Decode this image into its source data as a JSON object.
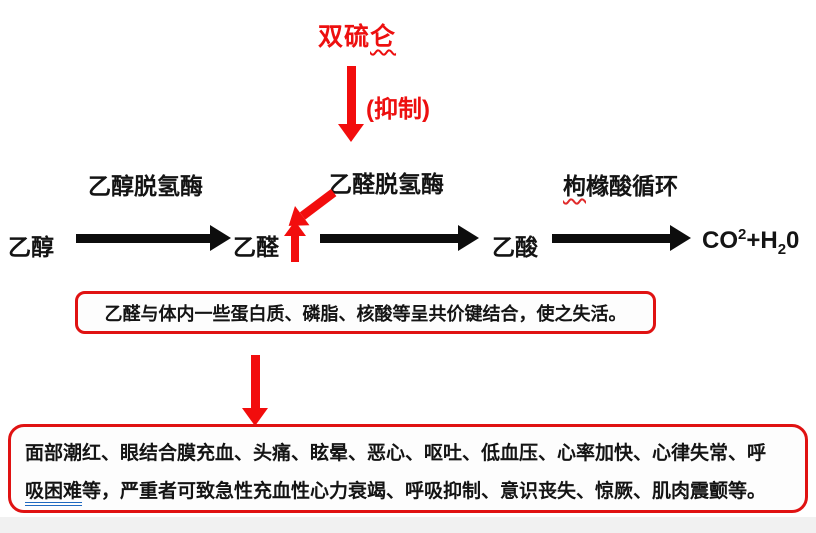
{
  "palette": {
    "accent_red": "#ed0f0f",
    "arrow_black": "#0d0d0d",
    "grammar_blue": "#2069c0"
  },
  "title": {
    "drug_main": "双硫",
    "drug_squiggle": "仑",
    "inhibit_label": "(抑制)"
  },
  "enzymes": {
    "alcohol_dehydrogenase": "乙醇脱氢酶",
    "acetaldehyde_dehydrogenase": "乙醛脱氢酶",
    "citric_squiggle": "枸",
    "citric_rest": "橼酸循环"
  },
  "pathway": {
    "ethanol": "乙醇",
    "acetaldehyde": "乙醛",
    "acetic_acid": "乙酸",
    "end_product_p1": "CO",
    "end_product_sup": "2",
    "end_product_p2": "+H",
    "end_product_sub": "2",
    "end_product_p3": "0"
  },
  "mechanism_box": {
    "text": "乙醛与体内一些蛋白质、磷脂、核酸等呈共价键结合，使之失活。"
  },
  "symptoms_box": {
    "line1": "面部潮红、眼结合膜充血、头痛、眩晕、恶心、呕吐、低血压、心率加快、心律失常、呼",
    "line2_underlined": "吸困难",
    "line2_rest": "等，严重者可致急性充血性心力衰竭、呼吸抑制、意识丧失、惊厥、肌肉震颤等。"
  }
}
